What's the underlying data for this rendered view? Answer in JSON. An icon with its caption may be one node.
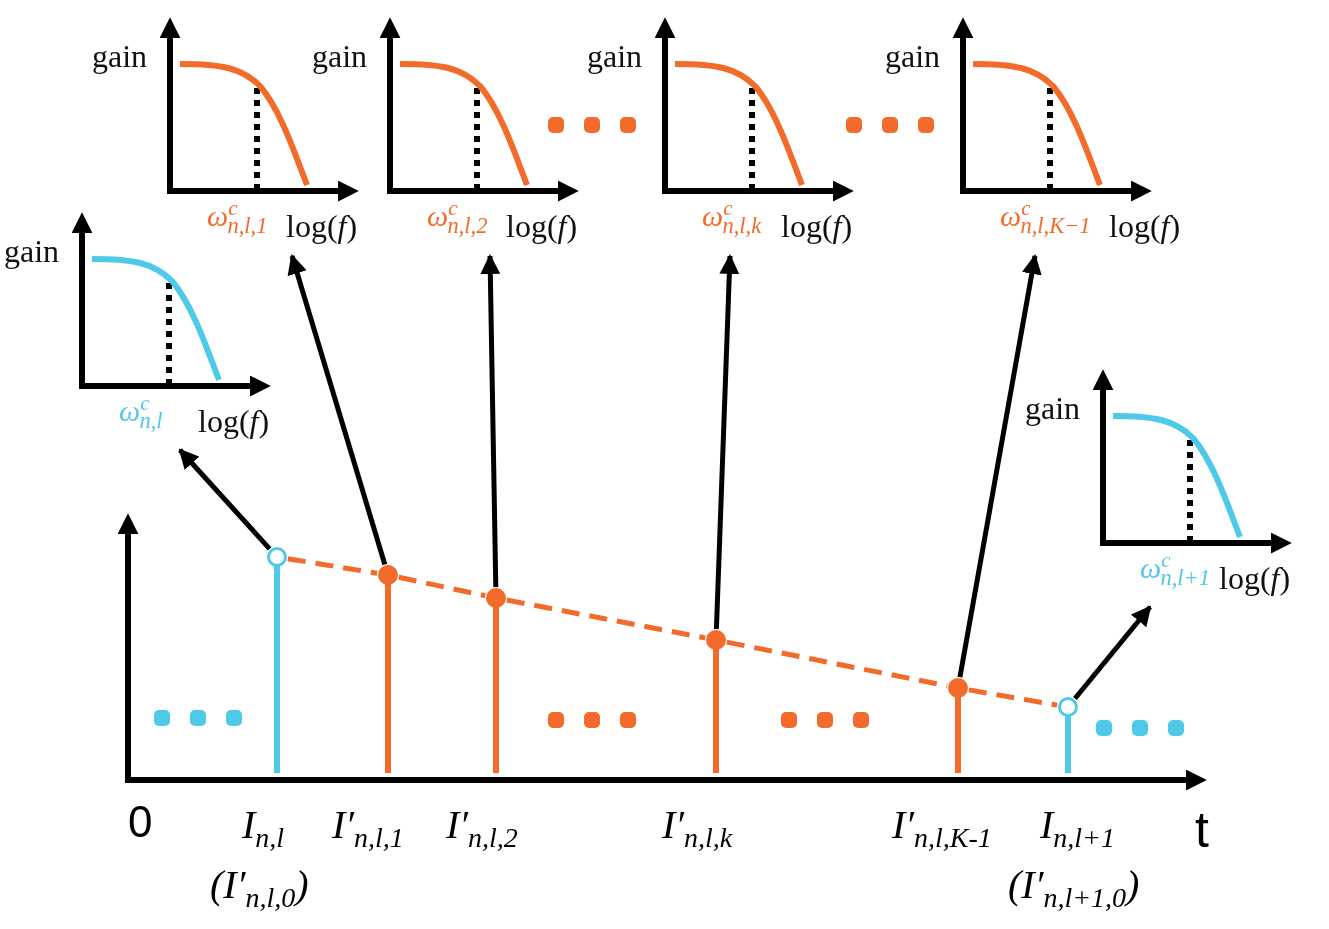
{
  "diagram": {
    "nodes": [
      {
        "text": [
          "gain",
          "ω$^{c}$$_{n,l,1}$",
          "log(*f*)"
        ]
      },
      {
        "text": [
          "gain",
          "ω$^{c}$$_{n,l,2}$",
          "log(*f*)"
        ]
      },
      {
        "text": [
          "gain",
          "ω$^{c}$$_{n,l,k}$",
          "log(*f*)"
        ]
      },
      {
        "text": [
          "gain",
          "ω$^{c}$$_{n,l,K−1}$",
          "log(*f*)"
        ]
      },
      {
        "text": [
          "gain",
          "ω$^{c}$$_{n,l}$",
          "log(*f*)"
        ]
      },
      {
        "text": [
          "gain",
          "ω$^{c}$$_{n,l+1}$",
          "log(*f*)"
        ]
      },
      {
        "text": [],
        "shape": "circle"
      },
      {
        "text": [],
        "shape": "circle"
      },
      {
        "text": [],
        "shape": "circle"
      },
      {
        "text": [],
        "shape": "circle"
      },
      {
        "text": [],
        "shape": "circle"
      },
      {
        "text": [],
        "shape": "circle"
      }
    ],
    "edges": [
      {
        "from": 6,
        "to": 4,
        "arrow": "to"
      },
      {
        "from": 7,
        "to": 0,
        "arrow": "to"
      },
      {
        "from": 8,
        "to": 1,
        "arrow": "to"
      },
      {
        "from": 9,
        "to": 2,
        "arrow": "to"
      },
      {
        "from": 10,
        "to": 3,
        "arrow": "to"
      },
      {
        "from": 11,
        "to": 5,
        "arrow": "to"
      },
      {
        "from": 6,
        "to": 7,
        "arrow": "none",
        "style": "dashed",
        "color": "#f26b2a"
      },
      {
        "from": 7,
        "to": 8,
        "arrow": "none",
        "style": "dashed",
        "color": "#f26b2a"
      },
      {
        "from": 8,
        "to": 9,
        "arrow": "none",
        "style": "dashed",
        "color": "#f26b2a"
      },
      {
        "from": 9,
        "to": 10,
        "arrow": "none",
        "style": "dashed",
        "color": "#f26b2a"
      },
      {
        "from": 10,
        "to": 11,
        "arrow": "none",
        "style": "dashed",
        "color": "#f26b2a"
      }
    ],
    "labels": [
      "0",
      "I$_{n,l}$",
      "I′$_{n,l,1}$",
      "I′$_{n,l,2}$",
      "I′$_{n,l,k}$",
      "I′$_{n,l,K-1}$",
      "I$_{n,l+1}$",
      "t",
      "(I′$_{n,l,0}$)",
      "(I′$_{n,l+1,0}$)"
    ]
  }
}
